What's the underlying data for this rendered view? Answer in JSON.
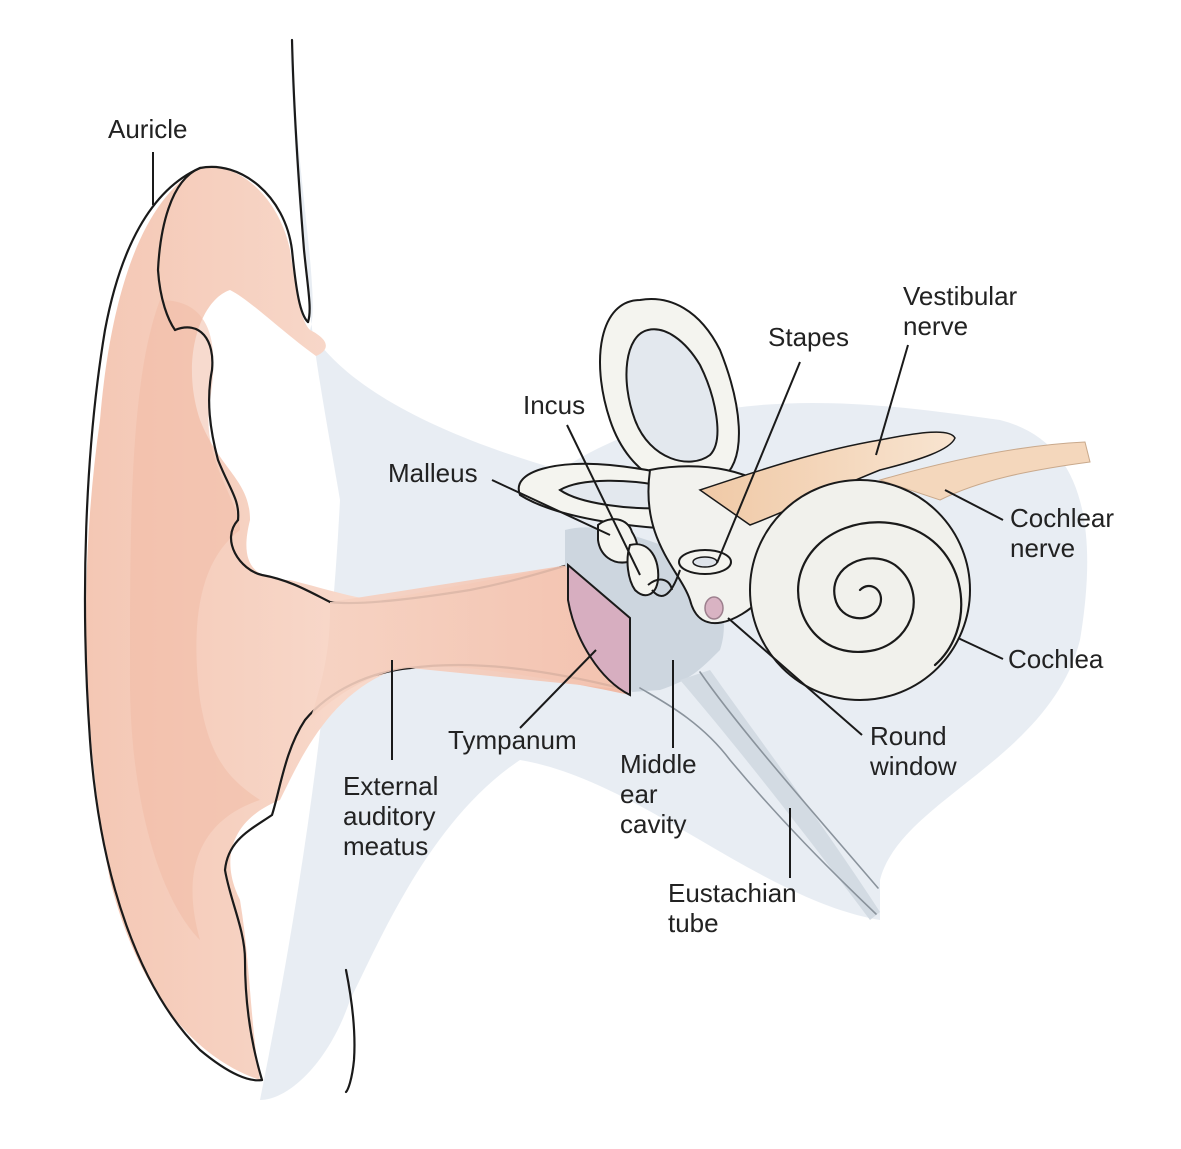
{
  "labels": {
    "auricle": "Auricle",
    "vestibular_nerve": [
      "Vestibular",
      "nerve"
    ],
    "stapes": "Stapes",
    "incus": "Incus",
    "malleus": "Malleus",
    "cochlear_nerve": [
      "Cochlear",
      "nerve"
    ],
    "cochlea": "Cochlea",
    "tympanum": "Tympanum",
    "round_window": [
      "Round",
      "window"
    ],
    "middle_ear_cavity": [
      "Middle",
      "ear",
      "cavity"
    ],
    "external_auditory_meatus": [
      "External",
      "auditory",
      "meatus"
    ],
    "eustachian_tube": [
      "Eustachian",
      "tube"
    ]
  },
  "colors": {
    "skin": "#f6d3c3",
    "skin_shade": "#e9a995",
    "background_tint": "#e4eaf1",
    "bone": "#f4f4f0",
    "nerve": "#f3cfae",
    "tympanum": "#d9b3c3",
    "line": "#1a1a1a"
  }
}
